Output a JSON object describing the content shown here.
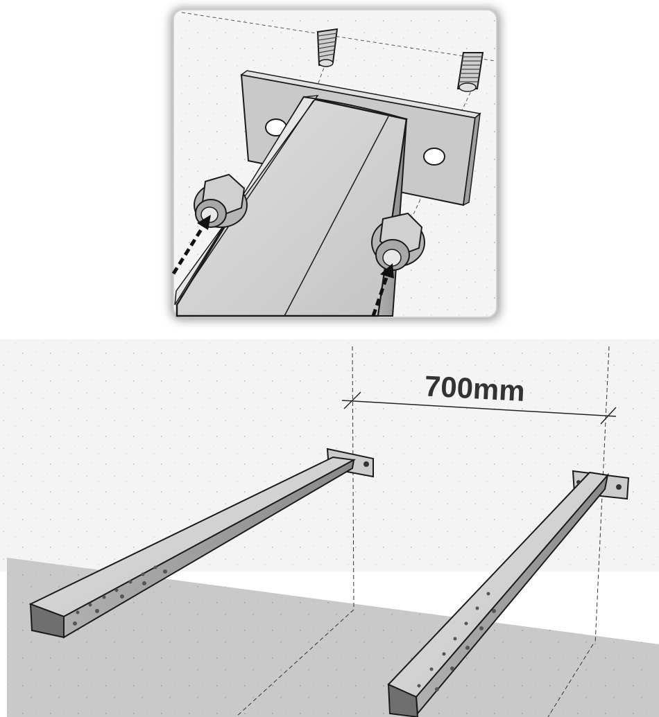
{
  "dimension": {
    "label": "700mm"
  },
  "colors": {
    "wall": "#f4f4f4",
    "floor": "#c9c9c9",
    "steel_light": "#d4d4d4",
    "steel_mid": "#b8b8b8",
    "steel_dark": "#8d8d8d",
    "outline": "#1a1a1a",
    "guide_line": "#333333"
  },
  "illustration": {
    "detail_view": "bracket-mounting-detail",
    "main_view": "two-wall-brackets",
    "bracket_count": 2,
    "arrow_count": 2
  }
}
